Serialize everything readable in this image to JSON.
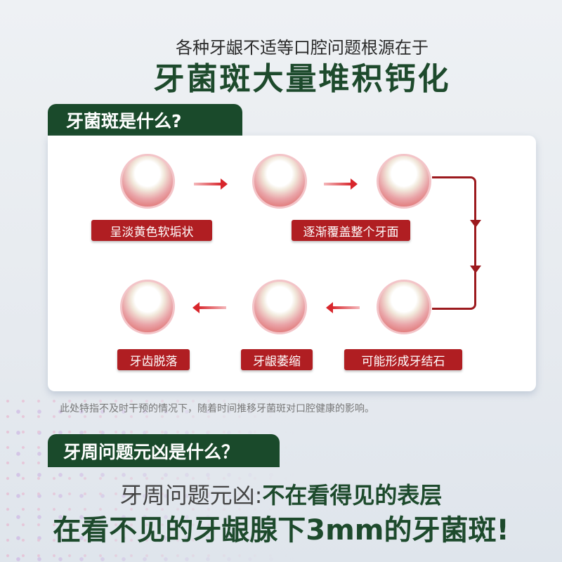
{
  "header": {
    "subtitle": "各种牙龈不适等口腔问题根源在于",
    "title": "牙菌斑大量堆积钙化"
  },
  "section1": {
    "tab": "牙菌斑是什么?",
    "stages": [
      "呈淡黄色软垢状",
      "逐渐覆盖整个牙面",
      "可能形成牙结石",
      "牙龈萎缩",
      "牙齿脱落"
    ],
    "note": "此处特指不及时干预的情况下，随着时间推移牙菌斑对口腔健康的影响。"
  },
  "section2": {
    "tab": "牙周问题元凶是什么？",
    "line1_prefix": "牙周问题元凶:",
    "line1_main": "不在看得见的表层",
    "line2": "在看不见的牙龈腺下3mm的牙菌斑!"
  },
  "colors": {
    "green": "#1a4a2b",
    "red": "#b01e22"
  }
}
